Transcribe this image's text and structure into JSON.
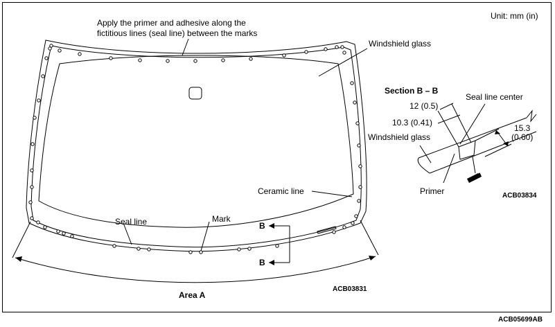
{
  "labels": {
    "unit": "Unit: mm (in)",
    "instruction_line1": "Apply the primer and adhesive along the",
    "instruction_line2": "fictitious lines (seal line) between the marks",
    "windshield_glass_main": "Windshield glass",
    "ceramic_line": "Ceramic line",
    "seal_line": "Seal line",
    "mark": "Mark",
    "area_a": "Area A",
    "b_marker": "B",
    "section_title": "Section B – B",
    "seal_line_center": "Seal line center",
    "dim_12": "12 (0.5)",
    "dim_10_3": "10.3 (0.41)",
    "windshield_glass_section": "Windshield glass",
    "dim_15_3_line1": "15.3",
    "dim_15_3_line2": "(0.60)",
    "primer": "Primer",
    "code_section": "ACB03834",
    "code_main": "ACB03831",
    "code_figure": "ACB05699AB"
  },
  "colors": {
    "line": "#000000",
    "background": "#ffffff"
  }
}
